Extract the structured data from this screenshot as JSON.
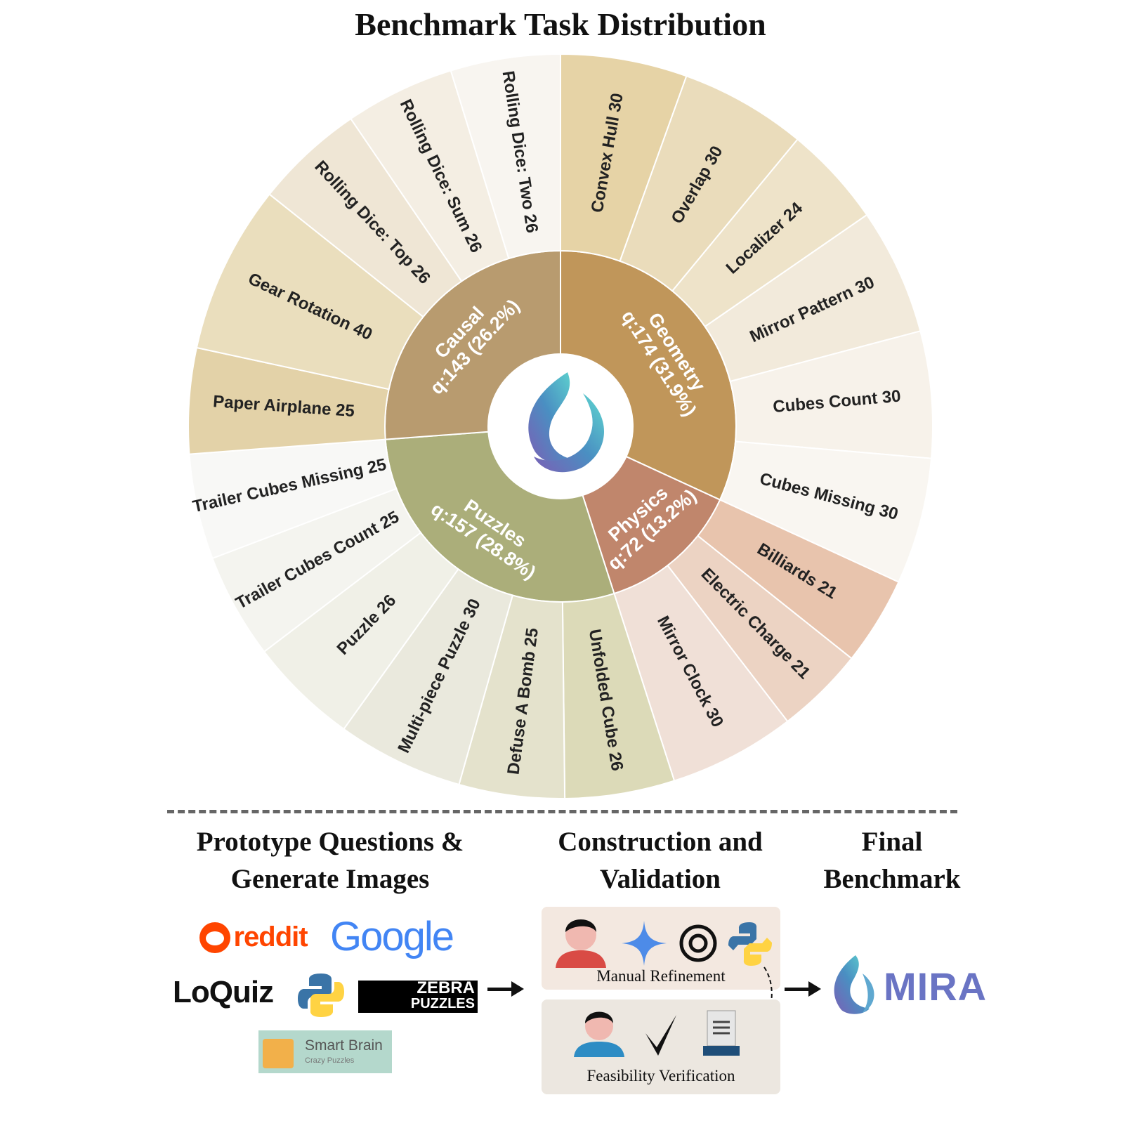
{
  "chart_data": {
    "type": "sunburst",
    "title": "Benchmark Task Distribution",
    "categories": [
      {
        "name": "Geometry",
        "count": 174,
        "percent": "31.9%",
        "color": "#c0965a",
        "children": [
          {
            "name": "Convex Hull",
            "value": 30,
            "color": "#e6d3a6"
          },
          {
            "name": "Overlap",
            "value": 30,
            "color": "#eadcbb"
          },
          {
            "name": "Localizer",
            "value": 24,
            "color": "#eee3c9"
          },
          {
            "name": "Mirror Pattern",
            "value": 30,
            "color": "#f2eadb"
          },
          {
            "name": "Cubes Count",
            "value": 30,
            "color": "#f7f2ea"
          },
          {
            "name": "Cubes Missing",
            "value": 30,
            "color": "#f9f6f1"
          }
        ]
      },
      {
        "name": "Physics",
        "count": 72,
        "percent": "13.2%",
        "color": "#c0866c",
        "children": [
          {
            "name": "Billiards",
            "value": 21,
            "color": "#e8c4ad"
          },
          {
            "name": "Electric Charge",
            "value": 21,
            "color": "#ecd3c3"
          },
          {
            "name": "Mirror Clock",
            "value": 30,
            "color": "#f0e0d7"
          }
        ]
      },
      {
        "name": "Puzzles",
        "count": 157,
        "percent": "28.8%",
        "color": "#abae7a",
        "children": [
          {
            "name": "Unfolded Cube",
            "value": 26,
            "color": "#dcdab8"
          },
          {
            "name": "Defuse A Bomb",
            "value": 25,
            "color": "#e4e2cc"
          },
          {
            "name": "Multi-piece Puzzle",
            "value": 30,
            "color": "#eae9dd"
          },
          {
            "name": "Puzzle",
            "value": 26,
            "color": "#f0f0e7"
          },
          {
            "name": "Trailer Cubes Count",
            "value": 25,
            "color": "#f4f4ef"
          },
          {
            "name": "Trailer Cubes Missing",
            "value": 25,
            "color": "#f8f8f6"
          }
        ]
      },
      {
        "name": "Causal",
        "count": 143,
        "percent": "26.2%",
        "color": "#b89b6f",
        "children": [
          {
            "name": "Paper Airplane",
            "value": 25,
            "color": "#e3d2a8"
          },
          {
            "name": "Gear Rotation",
            "value": 40,
            "color": "#eadebd"
          },
          {
            "name": "Rolling Dice: Top",
            "value": 26,
            "color": "#efe6d5"
          },
          {
            "name": "Rolling Dice: Sum",
            "value": 26,
            "color": "#f4eee3"
          },
          {
            "name": "Rolling Dice: Two",
            "value": 26,
            "color": "#f8f5f0"
          }
        ]
      }
    ]
  },
  "pipeline": {
    "step1_title_line1": "Prototype Questions &",
    "step1_title_line2": "Generate Images",
    "step2_title_line1": "Construction and",
    "step2_title_line2": "Validation",
    "step3_title_line1": "Final",
    "step3_title_line2": "Benchmark",
    "sources": {
      "reddit": "reddit",
      "google": "Google",
      "loquiz": "LoQuiz",
      "zebra_line1": "ZEBRA",
      "zebra_line2": "PUZZLES",
      "smartbrain": "Smart Brain",
      "smartbrain_sub": "Crazy Puzzles"
    },
    "manual_refinement": "Manual Refinement",
    "feasibility_verification": "Feasibility Verification",
    "final_logo": "MIRA"
  }
}
